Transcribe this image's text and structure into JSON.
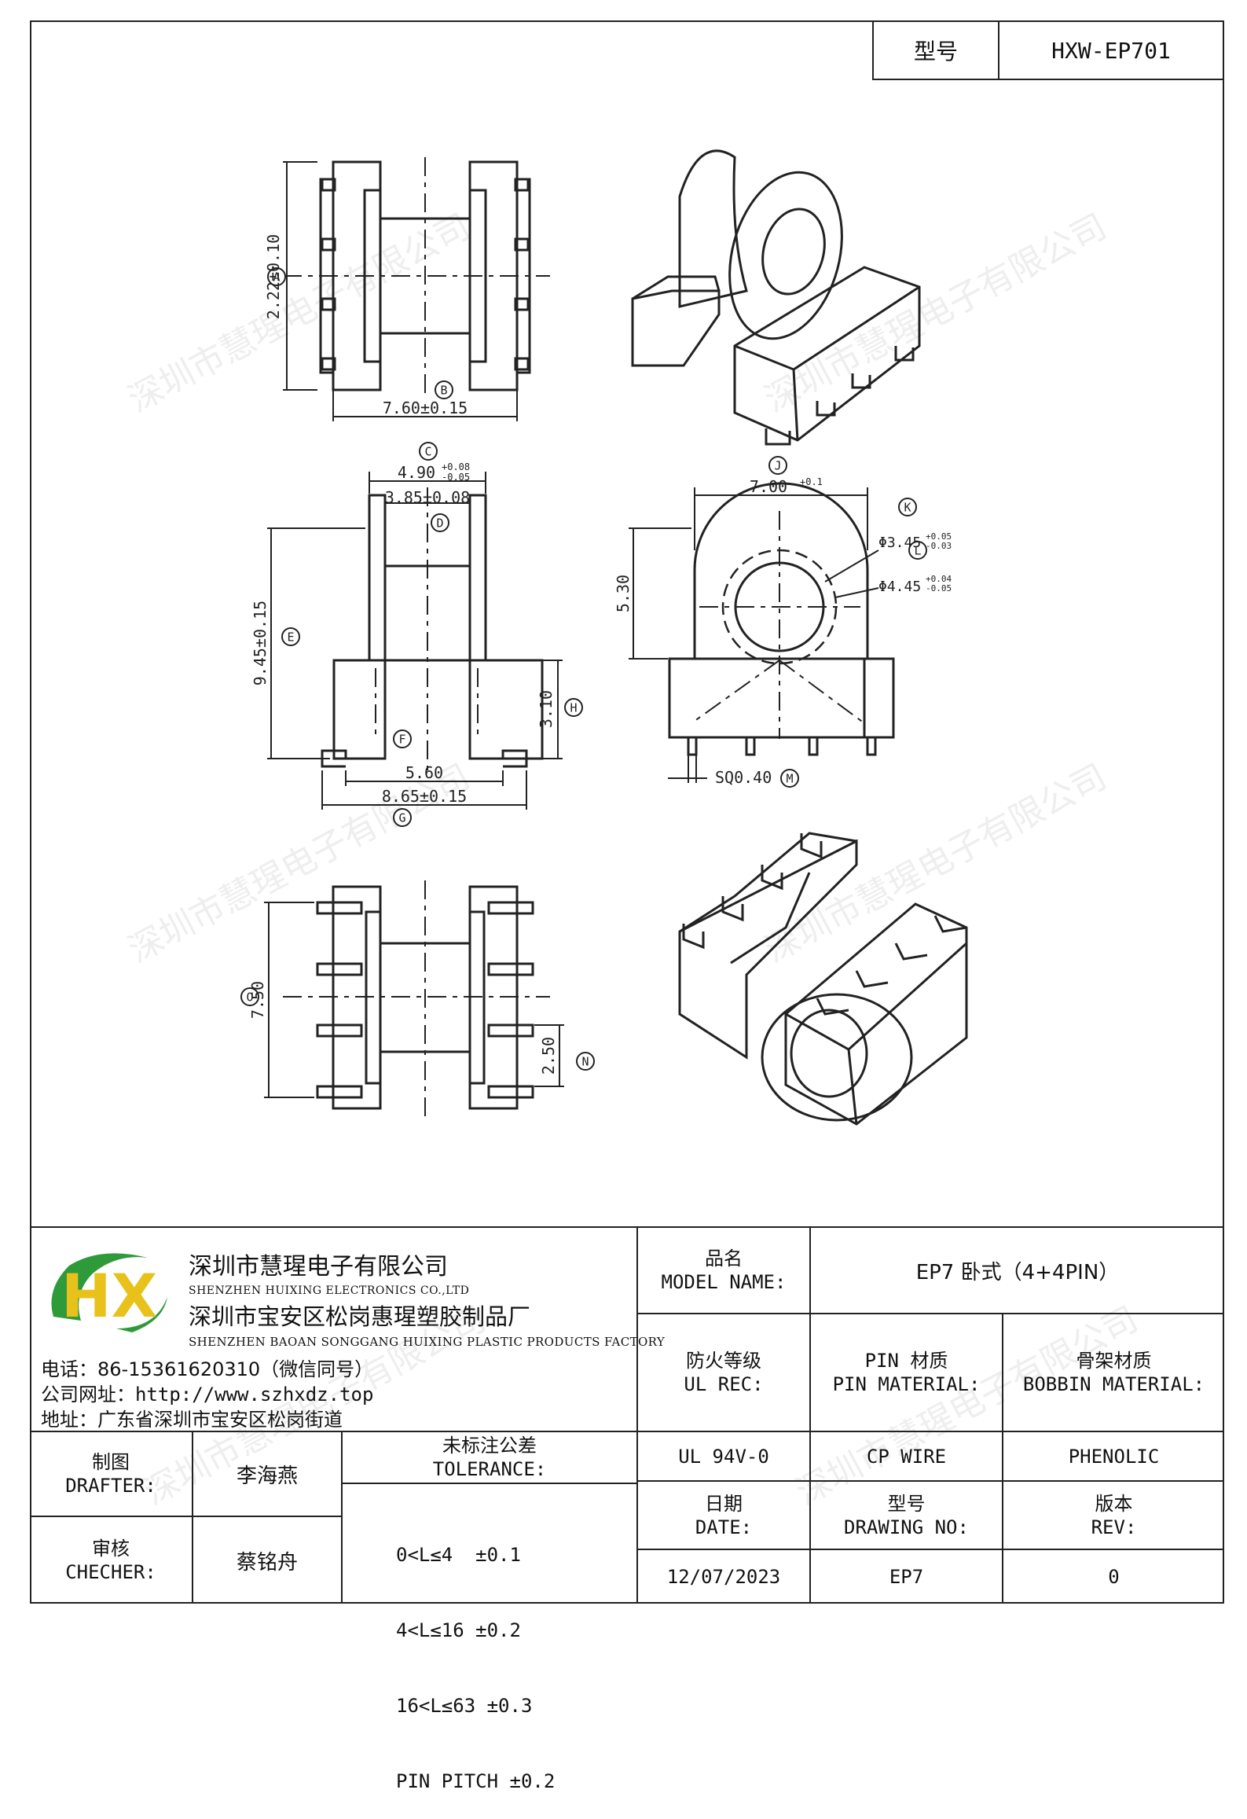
{
  "header": {
    "label": "型号",
    "value": "HXW-EP701"
  },
  "drawing": {
    "view1": {
      "dim_A": "2.22±0.10",
      "dim_B": "7.60±0.15",
      "tag_A": "A",
      "tag_B": "B"
    },
    "view2": {
      "dim_C": "4.90",
      "dim_C_tol_up": "+0.08",
      "dim_C_tol_down": "-0.05",
      "dim_D": "3.85±0.08",
      "dim_E": "9.45±0.15",
      "dim_F": "5.60",
      "dim_G": "8.65±0.15",
      "dim_H": "3.10",
      "tag_C": "C",
      "tag_D": "D",
      "tag_E": "E",
      "tag_F": "F",
      "tag_G": "G",
      "tag_H": "H"
    },
    "view3": {
      "dim_J": "7.00",
      "dim_J_tol": "+0.1",
      "dim_K": "Φ3.45",
      "dim_K_tol_up": "+0.05",
      "dim_K_tol_down": "-0.03",
      "dim_L": "Φ4.45",
      "dim_L_tol_up": "+0.04",
      "dim_L_tol_down": "-0.05",
      "dim_height": "5.30",
      "dim_M": "SQ0.40",
      "tag_J": "J",
      "tag_K": "K",
      "tag_L": "L",
      "tag_M": "M"
    },
    "view4": {
      "dim_O": "7.50",
      "dim_N": "2.50",
      "tag_O": "O",
      "tag_N": "N"
    },
    "watermark": "深圳市慧瑆电子有限公司"
  },
  "company": {
    "name_cn": "深圳市慧瑆电子有限公司",
    "name_en": "SHENZHEN HUIXING ELECTRONICS CO.,LTD",
    "factory_cn": "深圳市宝安区松岗惠瑆塑胶制品厂",
    "factory_en": "SHENZHEN BAOAN SONGGANG HUIXING PLASTIC PRODUCTS FACTORY",
    "phone": "电话：86-15361620310（微信同号）",
    "website": "公司网址：http://www.szhxdz.top",
    "address": "地址：广东省深圳市宝安区松岗街道",
    "logo_letters": "HX"
  },
  "titleblock": {
    "model_name_label_cn": "品名",
    "model_name_label_en": "MODEL NAME:",
    "model_name_value": "EP7 卧式（4+4PIN）",
    "ul_label_cn": "防火等级",
    "ul_label_en": "UL REC:",
    "pin_label_cn": "PIN 材质",
    "pin_label_en": "PIN MATERIAL:",
    "bobbin_label_cn": "骨架材质",
    "bobbin_label_en": "BOBBIN MATERIAL:",
    "ul_value": "UL 94V-0",
    "pin_value": "CP WIRE",
    "bobbin_value": "PHENOLIC",
    "drafter_label_cn": "制图",
    "drafter_label_en": "DRAFTER:",
    "drafter_value": "李海燕",
    "checker_label_cn": "审核",
    "checker_label_en": "CHECHER:",
    "checker_value": "蔡铭舟",
    "tolerance_label_cn": "未标注公差",
    "tolerance_label_en": "TOLERANCE:",
    "tolerance_lines": [
      "0<L≤4  ±0.1",
      "4<L≤16 ±0.2",
      "16<L≤63 ±0.3",
      "PIN PITCH ±0.2"
    ],
    "date_label_cn": "日期",
    "date_label_en": "DATE:",
    "date_value": "12/07/2023",
    "drawing_no_label_cn": "型号",
    "drawing_no_label_en": "DRAWING NO:",
    "drawing_no_value": "EP7",
    "rev_label_cn": "版本",
    "rev_label_en": "REV:",
    "rev_value": "0"
  },
  "colors": {
    "line": "#222222",
    "logo_green": "#2e9a3a",
    "logo_yellow": "#e8c21a"
  }
}
